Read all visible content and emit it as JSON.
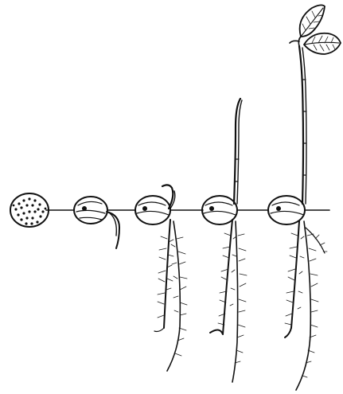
{
  "image": {
    "subject": "botanical-line-drawing",
    "ink_color": "#111111",
    "background_color": "#ffffff",
    "stages": [
      {
        "stage": 1,
        "parts": [
          "seed"
        ]
      },
      {
        "stage": 2,
        "parts": [
          "seed",
          "radicle"
        ]
      },
      {
        "stage": 3,
        "parts": [
          "seed",
          "hypocotyl",
          "root-system"
        ]
      },
      {
        "stage": 4,
        "parts": [
          "seed",
          "stem",
          "root-system"
        ]
      },
      {
        "stage": 5,
        "parts": [
          "seed",
          "stem",
          "leaves",
          "root-system"
        ]
      }
    ]
  }
}
